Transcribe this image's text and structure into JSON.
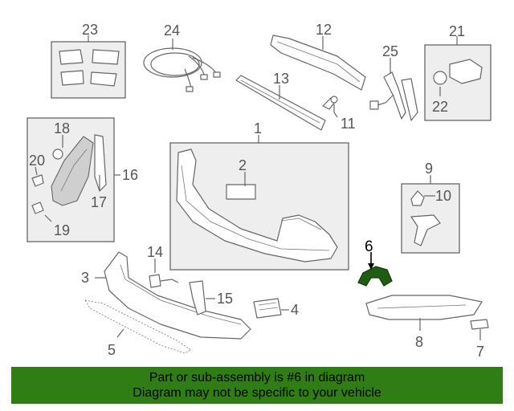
{
  "diagram": {
    "highlight_callout": "6",
    "highlight_color": "#1f5e12",
    "callouts": {
      "c1": "1",
      "c2": "2",
      "c3": "3",
      "c4": "4",
      "c5": "5",
      "c6": "6",
      "c7": "7",
      "c8": "8",
      "c9": "9",
      "c10": "10",
      "c11": "11",
      "c12": "12",
      "c13": "13",
      "c14": "14",
      "c15": "15",
      "c16": "16",
      "c17": "17",
      "c18": "18",
      "c19": "19",
      "c20": "20",
      "c21": "21",
      "c22": "22",
      "c23": "23",
      "c24": "24",
      "c25": "25"
    }
  },
  "footer": {
    "background": "#2f7d14",
    "line1": "Part or sub-assembly is #6 in diagram",
    "line2": "Diagram may not be specific to your vehicle"
  }
}
